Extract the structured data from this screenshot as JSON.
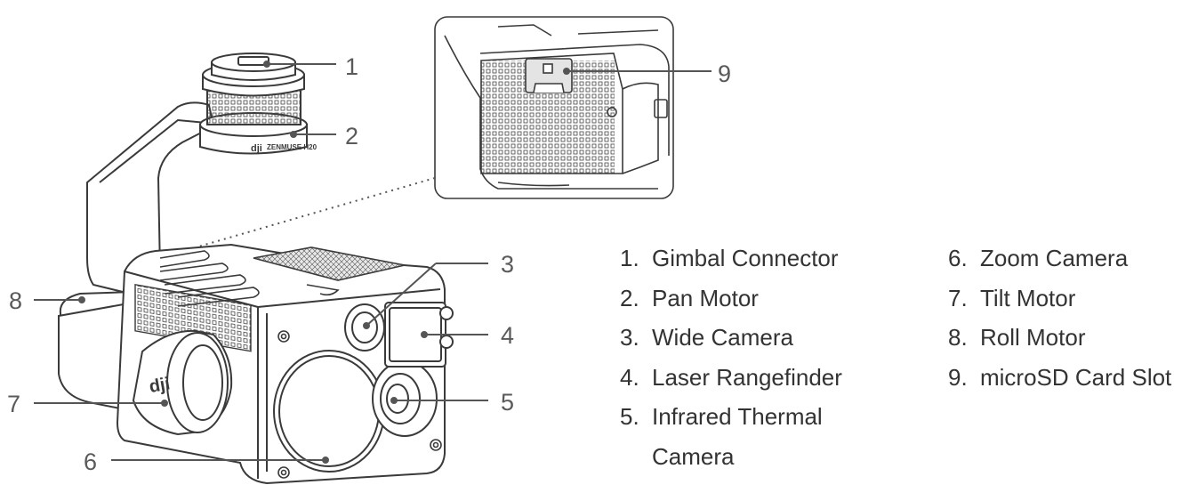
{
  "callouts": {
    "c1": "1",
    "c2": "2",
    "c3": "3",
    "c4": "4",
    "c5": "5",
    "c6": "6",
    "c7": "7",
    "c8": "8",
    "c9": "9"
  },
  "camera_branding": {
    "logo": "dji",
    "model_text": "ZENMUSE H20"
  },
  "legend": {
    "left": [
      {
        "num": "1.",
        "text": "Gimbal Connector"
      },
      {
        "num": "2.",
        "text": "Pan Motor"
      },
      {
        "num": "3.",
        "text": "Wide Camera"
      },
      {
        "num": "4.",
        "text": "Laser Rangefinder"
      },
      {
        "num": "5.",
        "text": "Infrared Thermal Camera"
      }
    ],
    "right": [
      {
        "num": "6.",
        "text": "Zoom Camera"
      },
      {
        "num": "7.",
        "text": "Tilt Motor"
      },
      {
        "num": "8.",
        "text": "Roll Motor"
      },
      {
        "num": "9.",
        "text": "microSD Card Slot"
      }
    ]
  },
  "colors": {
    "line": "#3a3a3a",
    "leader": "#555555",
    "text": "#333333",
    "fill": "#ffffff"
  }
}
